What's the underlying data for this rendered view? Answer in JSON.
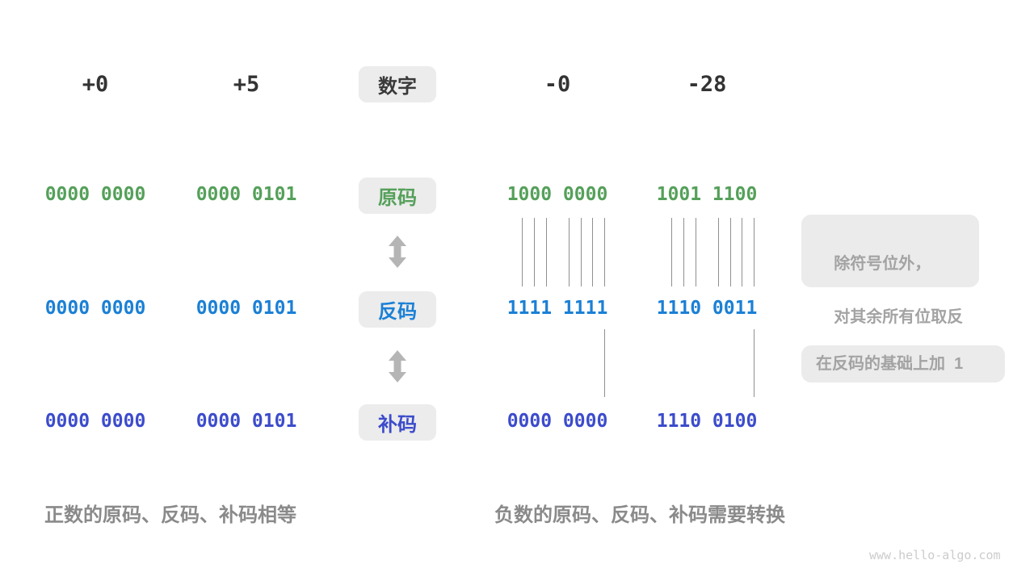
{
  "figure": {
    "title_semantic": "sign-magnitude / ones-complement / twos-complement conversion diagram",
    "watermark": "www.hello-algo.com"
  },
  "colors": {
    "sign_magnitude_green": "#55a05a",
    "ones_complement_blue": "#1b80d5",
    "twos_complement_indigo": "#3c4ccb",
    "tag_box_bg": "#ececec",
    "note_box_bg": "#ebebeb",
    "header_text": "#333333",
    "note_text": "#a3a3a3",
    "caption_text": "#8a8a8a",
    "guide_line": "#909090",
    "arrow_gray": "#b5b5b5"
  },
  "header": {
    "center_label": "数字",
    "columns": [
      "+0",
      "+5",
      "-0",
      "-28"
    ]
  },
  "rows": [
    {
      "label": "原码",
      "values": [
        "0000 0000",
        "0000 0101",
        "1000 0000",
        "1001 1100"
      ]
    },
    {
      "label": "反码",
      "values": [
        "0000 0000",
        "0000 0101",
        "1111 1111",
        "1110 0011"
      ]
    },
    {
      "label": "补码",
      "values": [
        "0000 0000",
        "0000 0101",
        "0000 0000",
        "1110 0100"
      ]
    }
  ],
  "notes": {
    "invert_line1": "除符号位外，",
    "invert_line2": "对其余所有位取反",
    "add_one": "在反码的基础上加  1"
  },
  "captions": {
    "positive": "正数的原码、反码、补码相等",
    "negative": "负数的原码、反码、补码需要转换"
  }
}
